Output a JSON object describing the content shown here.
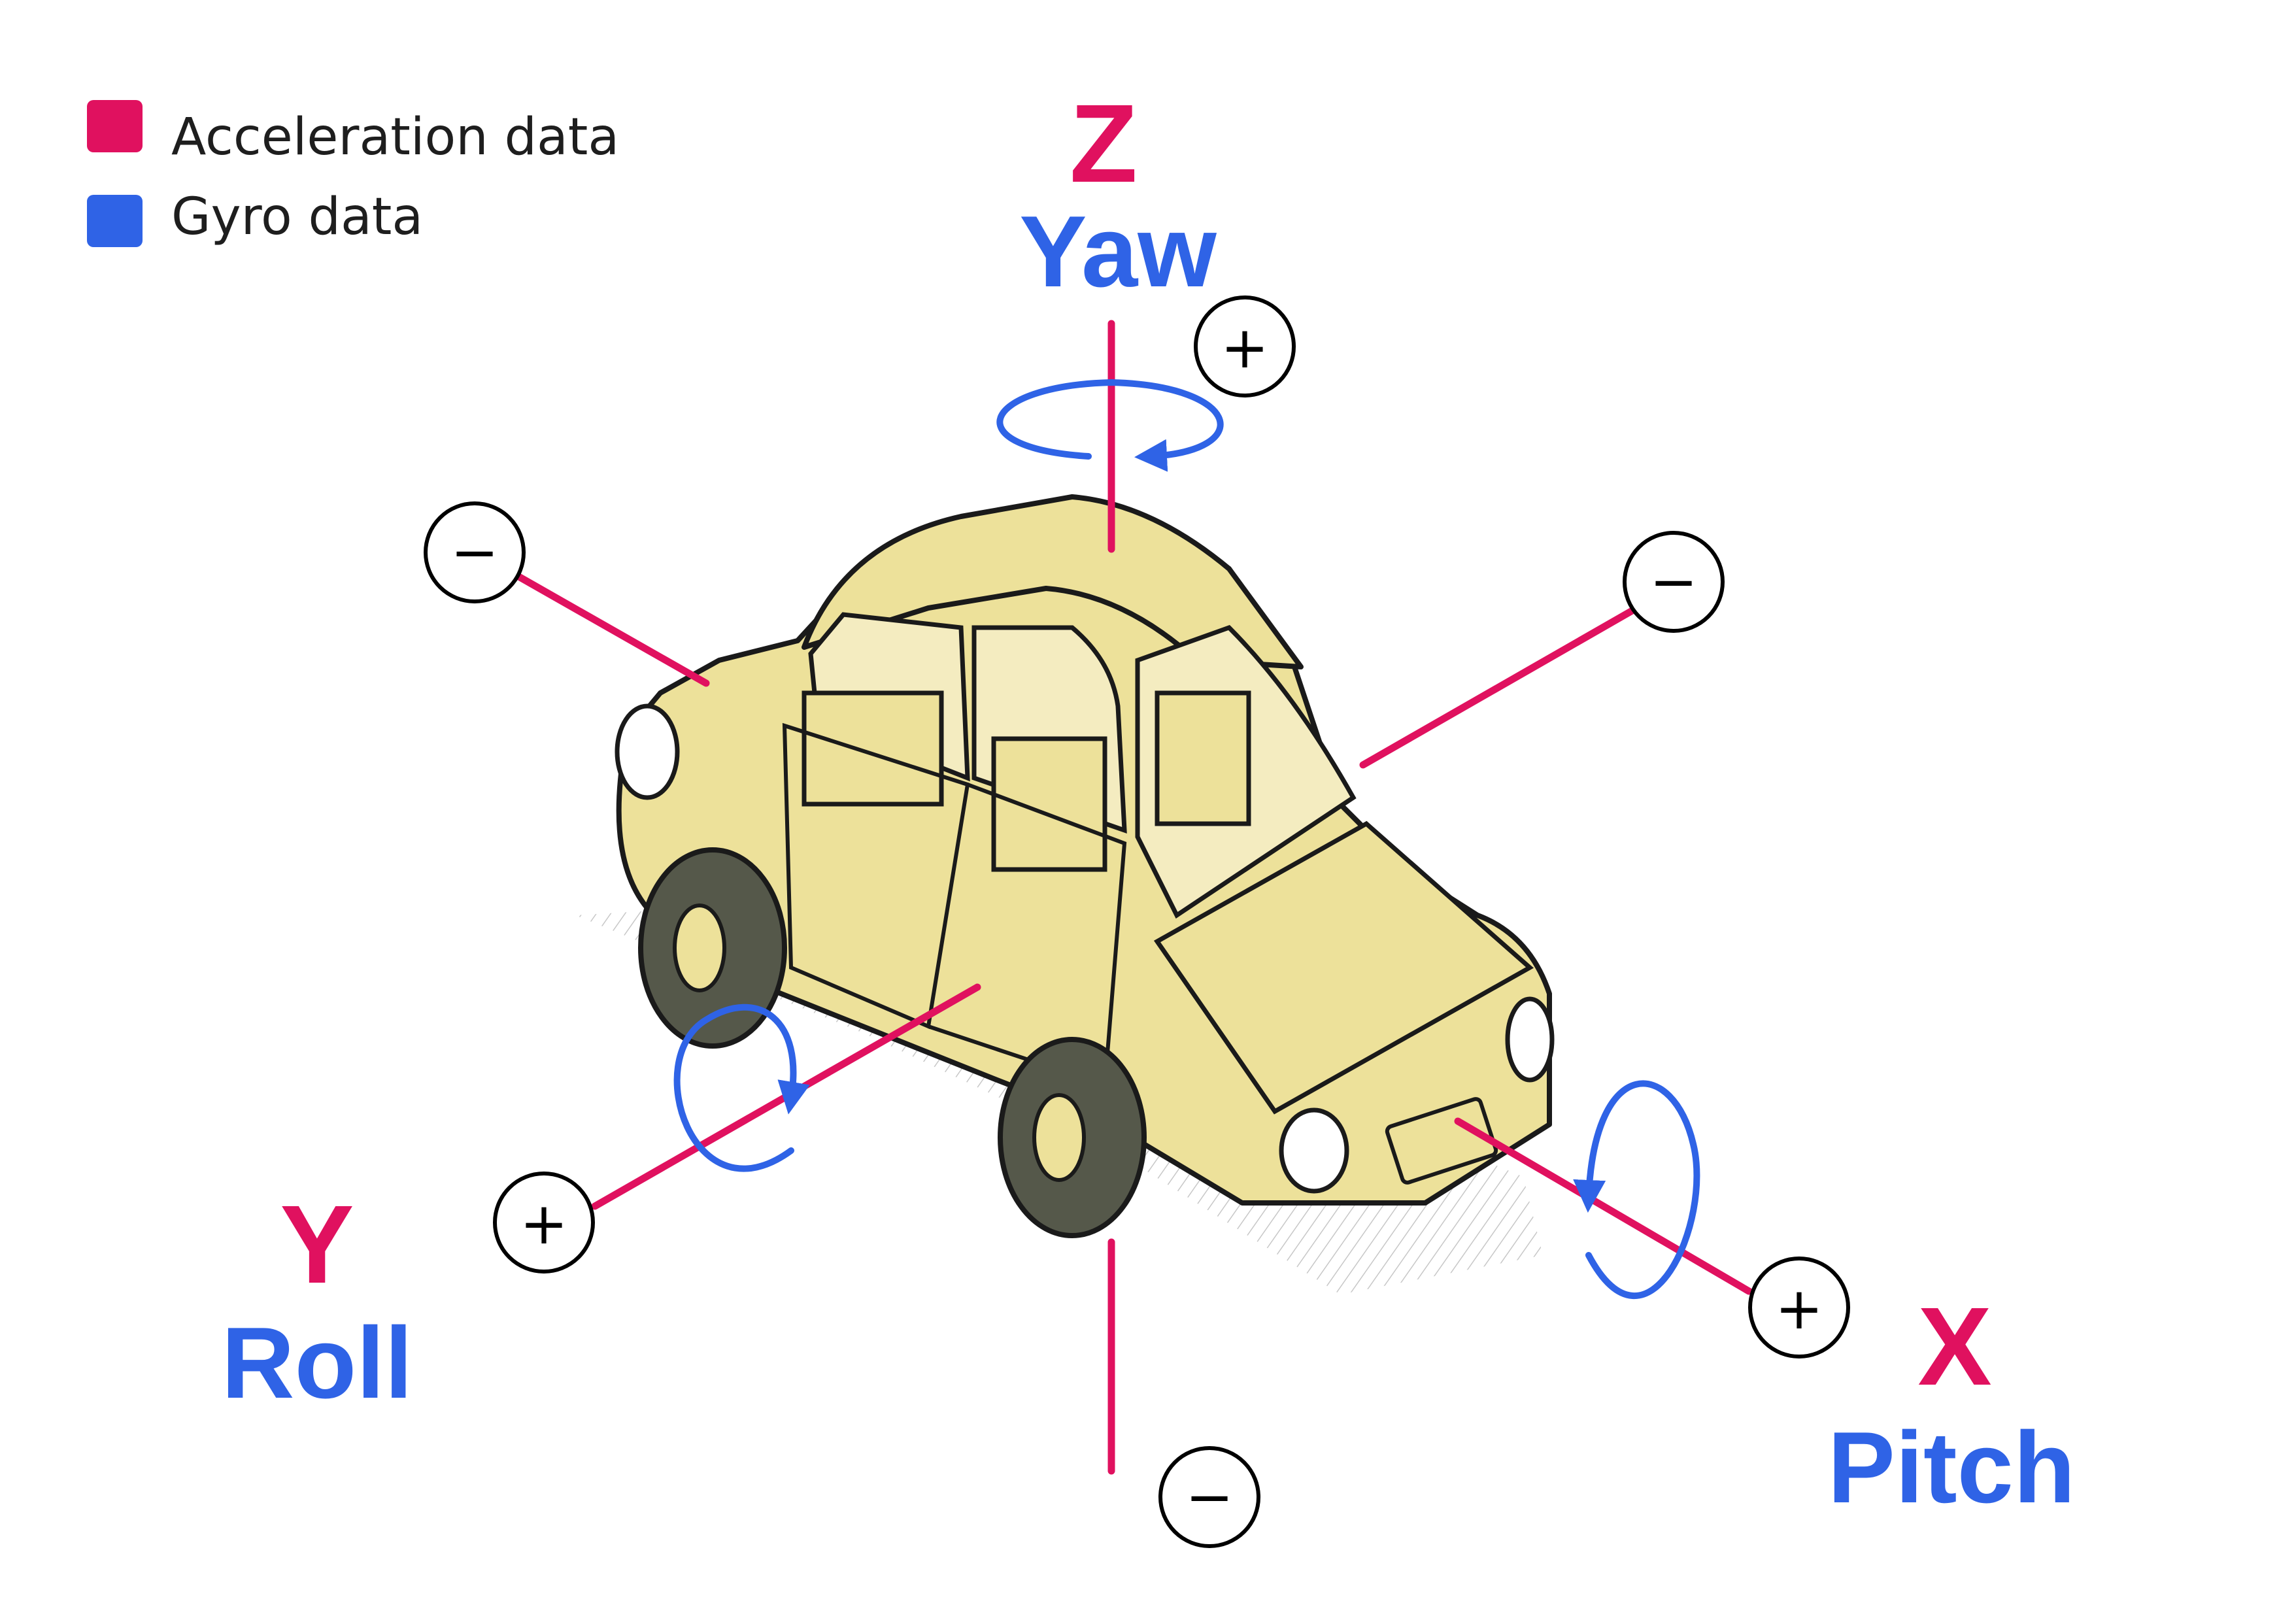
{
  "legend": {
    "acceleration": {
      "label": "Acceleration data",
      "color": "#e0115f"
    },
    "gyro": {
      "label": "Gyro data",
      "color": "#2f63e6"
    }
  },
  "axes": {
    "z": {
      "letter": "Z",
      "rotation": "Yaw",
      "positive": "+",
      "negative": "−"
    },
    "y": {
      "letter": "Y",
      "rotation": "Roll",
      "positive": "+",
      "negative": "−"
    },
    "x": {
      "letter": "X",
      "rotation": "Pitch",
      "positive": "+",
      "negative": "−"
    }
  },
  "colors": {
    "axis_line": "#e0115f",
    "rotation_arrow": "#2f63e6",
    "car_body": "#ede19a",
    "car_outline": "#1a1a1a",
    "tire": "#55584a",
    "shadow": "#cfcfcf"
  },
  "icons": [
    "car-illustration",
    "rotation-arrow-icon",
    "legend-swatch"
  ]
}
